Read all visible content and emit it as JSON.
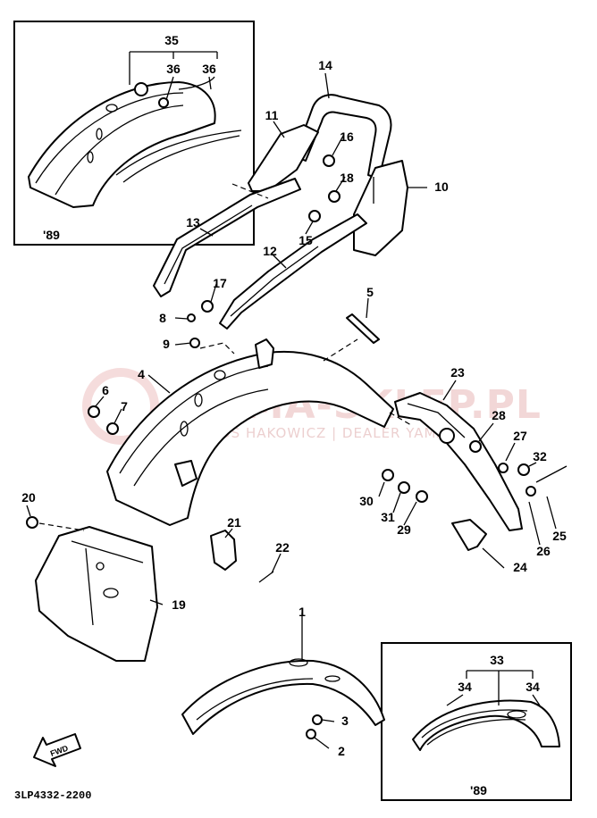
{
  "diagram": {
    "code": "3LP4332-2200",
    "inset_years": {
      "top_left": "'89",
      "bottom_right": "'89"
    },
    "fwd_label": "FWD",
    "watermark": {
      "main": "YAMA-SKLEP.PL",
      "sub": "AWIUS HAKOWICZ | DEALER YAMAHA"
    },
    "callouts": [
      "1",
      "2",
      "3",
      "4",
      "5",
      "6",
      "7",
      "8",
      "9",
      "10",
      "11",
      "12",
      "13",
      "14",
      "15",
      "16",
      "17",
      "18",
      "19",
      "20",
      "21",
      "22",
      "23",
      "24",
      "25",
      "26",
      "27",
      "28",
      "29",
      "30",
      "31",
      "32",
      "33",
      "34",
      "35",
      "36"
    ]
  }
}
